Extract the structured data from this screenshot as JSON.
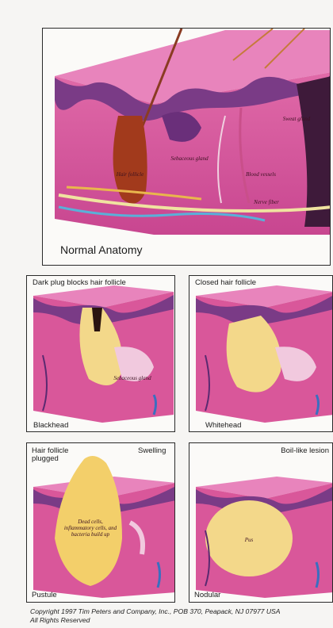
{
  "panels": {
    "normal": {
      "label": "Normal Anatomy"
    },
    "blackhead": {
      "caption": "Dark plug blocks hair follicle",
      "label": "Blackhead",
      "inner": "Sebaceous gland"
    },
    "whitehead": {
      "caption": "Closed hair follicle",
      "label": "Whitehead"
    },
    "pustule": {
      "caption": "Hair follicle plugged",
      "caption2": "Swelling",
      "label": "Pustule",
      "inner": "Dead cells, inflammatory cells, and bacteria build up"
    },
    "nodular": {
      "caption": "Boil-like lesion",
      "label": "Nodular",
      "inner": "Pus"
    }
  },
  "normal_inner_labels": [
    "Hair follicle",
    "Sebaceous gland",
    "Blood vessels",
    "Nerve fiber",
    "Sweat gland"
  ],
  "copyright": {
    "line1": "Copyright 1997 Tim Peters and Company, Inc., POB 370, Peapack, NJ 07977 USA",
    "line2": "All Rights Reserved"
  },
  "colors": {
    "skin": "#d9579a",
    "dermis": "#e87fb8",
    "epidermis": "#7a3b86",
    "pus": "#f3d88a",
    "plug": "#2a1410"
  }
}
